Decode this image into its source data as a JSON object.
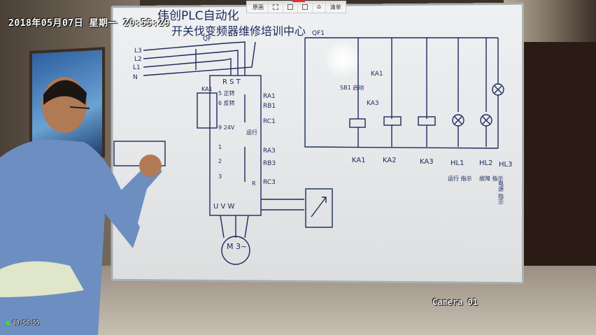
{
  "overlay": {
    "timestamp": "2018年05月07日 星期一 20:55:29",
    "camera_label": "Camera 01",
    "timer": "00:56:55"
  },
  "toolbar": {
    "buttons": [
      {
        "label": "原画",
        "icon": "original-icon"
      },
      {
        "label": "",
        "icon": "crop-icon"
      },
      {
        "label": "",
        "icon": "record-icon"
      },
      {
        "label": "",
        "icon": "snapshot-icon"
      },
      {
        "label": "",
        "icon": "home-icon"
      },
      {
        "label": "清单",
        "icon": "list-icon"
      }
    ],
    "accent_color": "#e03030"
  },
  "whiteboard": {
    "title_line1": "伟创PLC自动化",
    "title_line2": "开关伐变频器维修培训中心",
    "labels": {
      "l3": "L3",
      "l2": "L2",
      "l1": "L1",
      "n": "N",
      "qf": "QF",
      "qf1": "QF1",
      "ka1_side": "KA1",
      "terminals_top": "R  S  T",
      "t5": "5 正转",
      "t6": "6 反转",
      "t9": "9 24V",
      "ra1": "RA1",
      "rb1": "RB1",
      "rc1": "RC1",
      "run": "运行",
      "ra3": "RA3",
      "rb3": "RB3",
      "rc3": "RC3",
      "terminals_bottom": "U  V  W",
      "motor": "M 3~",
      "ka1_contact": "KA1",
      "ka3_contact": "KA3",
      "sb1": "SB1 启动",
      "bottom": [
        "KA1",
        "KA2",
        "KA3",
        "HL1",
        "HL2",
        "HL3"
      ],
      "hl1_desc": "运行 指示",
      "hl2_desc": "故障 指示",
      "hl3_desc": "电源 指示"
    }
  }
}
